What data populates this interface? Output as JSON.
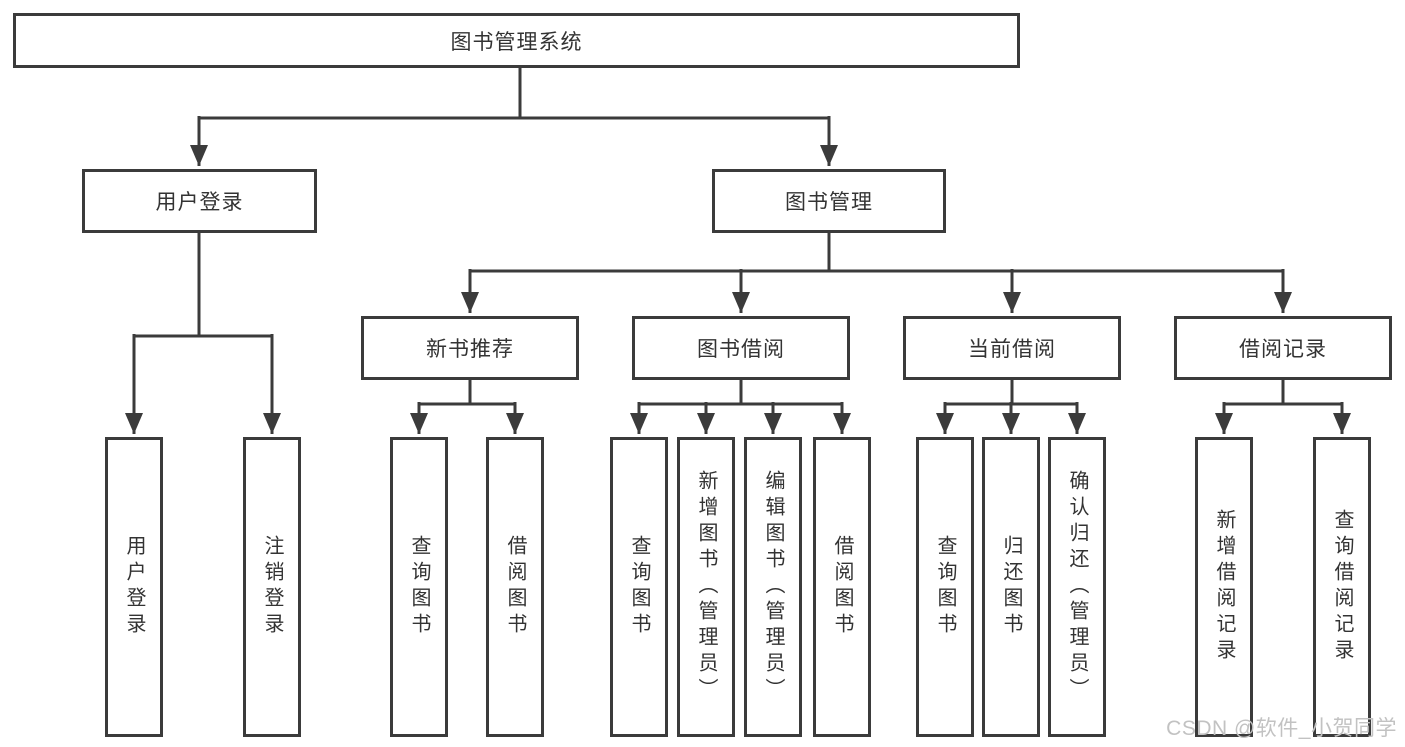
{
  "diagram": {
    "title_node": {
      "label": "图书管理系统"
    },
    "branches": [
      {
        "label": "用户登录",
        "children": [
          {
            "label": "用户登录"
          },
          {
            "label": "注销登录"
          }
        ]
      },
      {
        "label": "图书管理",
        "children": [
          {
            "label": "新书推荐",
            "children": [
              {
                "label": "查询图书"
              },
              {
                "label": "借阅图书"
              }
            ]
          },
          {
            "label": "图书借阅",
            "children": [
              {
                "label": "查询图书"
              },
              {
                "label": "新增图书（管理员）"
              },
              {
                "label": "编辑图书（管理员）"
              },
              {
                "label": "借阅图书"
              }
            ]
          },
          {
            "label": "当前借阅",
            "children": [
              {
                "label": "查询图书"
              },
              {
                "label": "归还图书"
              },
              {
                "label": "确认归还（管理员）"
              }
            ]
          },
          {
            "label": "借阅记录",
            "children": [
              {
                "label": "新增借阅记录"
              },
              {
                "label": "查询借阅记录"
              }
            ]
          }
        ]
      }
    ],
    "watermark": "CSDN @软件_小贺同学",
    "colors": {
      "line": "#3b3b3b",
      "text": "#333333",
      "watermark": "#c2c2c2",
      "background": "#ffffff"
    }
  }
}
